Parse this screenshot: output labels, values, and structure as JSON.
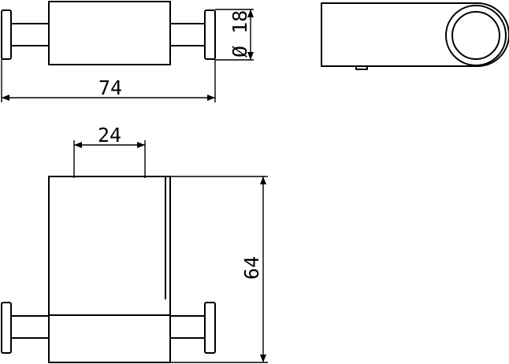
{
  "drawing": {
    "dimensions": {
      "total_width": "74",
      "diameter": "Ø 18",
      "body_width": "24",
      "height": "64"
    },
    "colors": {
      "line": "#000000",
      "background": "#ffffff"
    }
  }
}
